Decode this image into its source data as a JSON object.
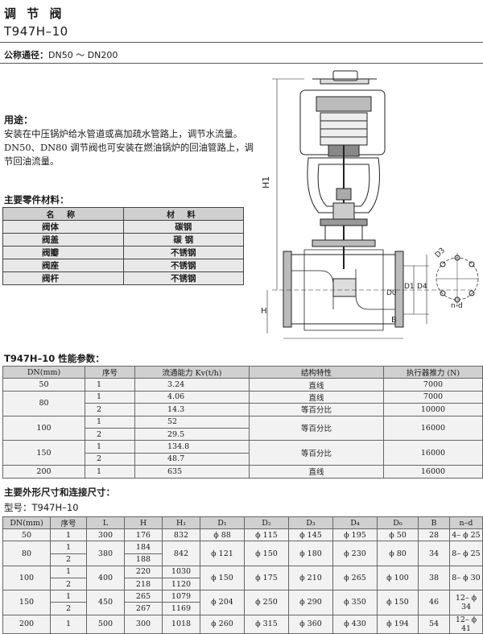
{
  "header": {
    "title": "调 节 阀",
    "model": "T947H–10",
    "nominal_label": "公称通径：",
    "nominal_value": "DN50 ～ DN200"
  },
  "usage": {
    "heading": "用途：",
    "text": "安装在中压锅炉给水管道或高加疏水管路上，调节水流量。DN50、DN80 调节阀也可安装在燃油锅炉的回油管路上，调节回油流量。"
  },
  "materials": {
    "heading": "主要零件材料：",
    "headers": [
      "名 称",
      "材 料"
    ],
    "rows": [
      [
        "阀体",
        "碳钢"
      ],
      [
        "阀盖",
        "碳 钢"
      ],
      [
        "阀瓣",
        "不锈钢"
      ],
      [
        "阀座",
        "不锈钢"
      ],
      [
        "阀杆",
        "不锈钢"
      ]
    ]
  },
  "performance": {
    "heading": "T947H–10 性能参数：",
    "headers": [
      "DN(mm)",
      "序号",
      "流通能力 Kv(t/h)",
      "结构特性",
      "执行器推力 (N)"
    ],
    "rows": [
      {
        "dn": "50",
        "no": "1",
        "kv": "3.24"
      },
      {
        "dn": "80",
        "no": "1",
        "kv": "4.06"
      },
      {
        "dn": "",
        "no": "2",
        "kv": "14.3"
      },
      {
        "dn": "100",
        "no": "1",
        "kv": "52"
      },
      {
        "dn": "",
        "no": "2",
        "kv": "29.5"
      },
      {
        "dn": "150",
        "no": "1",
        "kv": "134.8"
      },
      {
        "dn": "",
        "no": "2",
        "kv": "48.7"
      },
      {
        "dn": "200",
        "no": "1",
        "kv": "635"
      }
    ],
    "structure": [
      "直线",
      "直线",
      "等百分比",
      "等百分比",
      "等百分比",
      "直线"
    ],
    "thrust": [
      "7000",
      "7000",
      "10000",
      "16000",
      "16000",
      "16000"
    ]
  },
  "dimensions": {
    "heading": "主要外形尺寸和连接尺寸：",
    "model_label": "型号：T947H–10",
    "headers": [
      "DN(mm)",
      "序号",
      "L",
      "H",
      "H₁",
      "D₁",
      "D₂",
      "D₃",
      "D₄",
      "D₀",
      "B",
      "n–d"
    ],
    "groups": [
      {
        "dn": "50",
        "L": "300",
        "d1": "ϕ 88",
        "d2": "ϕ 115",
        "d3": "ϕ 145",
        "d4": "ϕ 195",
        "d0": "ϕ 50",
        "b": "28",
        "nd": "4– ϕ 25",
        "rows": [
          {
            "no": "1",
            "h": "176",
            "h1": "832"
          }
        ]
      },
      {
        "dn": "80",
        "L": "380",
        "d1": "ϕ 121",
        "d2": "ϕ 150",
        "d3": "ϕ 180",
        "d4": "ϕ 230",
        "d0": "ϕ 80",
        "b": "34",
        "nd": "8– ϕ 25",
        "rows": [
          {
            "no": "1",
            "h": "184",
            "h1": "842"
          },
          {
            "no": "2",
            "h": "188",
            "h1": ""
          }
        ]
      },
      {
        "dn": "100",
        "L": "400",
        "d1": "ϕ 150",
        "d2": "ϕ 175",
        "d3": "ϕ 210",
        "d4": "ϕ 265",
        "d0": "ϕ 100",
        "b": "38",
        "nd": "8– ϕ 30",
        "rows": [
          {
            "no": "1",
            "h": "220",
            "h1": "1030"
          },
          {
            "no": "2",
            "h": "218",
            "h1": "1120"
          }
        ]
      },
      {
        "dn": "150",
        "L": "450",
        "d1": "ϕ 204",
        "d2": "ϕ 250",
        "d3": "ϕ 290",
        "d4": "ϕ 350",
        "d0": "ϕ 150",
        "b": "46",
        "nd": "12– ϕ 34",
        "rows": [
          {
            "no": "1",
            "h": "265",
            "h1": "1079"
          },
          {
            "no": "2",
            "h": "267",
            "h1": "1169"
          }
        ]
      },
      {
        "dn": "200",
        "L": "500",
        "d1": "ϕ 260",
        "d2": "ϕ 315",
        "d3": "ϕ 360",
        "d4": "ϕ 430",
        "d0": "ϕ 194",
        "b": "54",
        "nd": "12– ϕ 41",
        "rows": [
          {
            "no": "1",
            "h": "300",
            "h1": "1018"
          }
        ]
      }
    ]
  },
  "drawing_labels": {
    "h1": "H1",
    "h": "H",
    "d1": "D1",
    "d0": "D0",
    "d4": "D4",
    "b": "B",
    "d3": "D3",
    "nd": "n-d"
  }
}
